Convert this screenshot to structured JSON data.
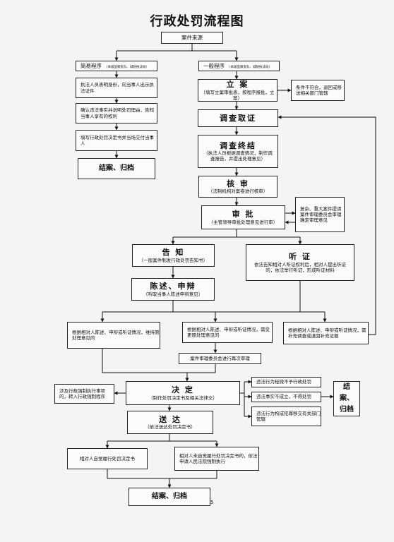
{
  "title": "行政处罚流程图",
  "page_number": "5",
  "nodes": {
    "source": "案件来源",
    "simple": {
      "label": "简易程序",
      "note": "（本级监察支队、城防执法局）"
    },
    "general": {
      "label": "一般程序",
      "note": "（本级监察支队、城防执法局）"
    },
    "s1": "执法人员表明身份，向当事人出示执法证件",
    "s2": "确认违法事实并说明处罚理由，告知当事人享有的权利",
    "s3": "填写行政处罚决定书并当场交付当事人",
    "s_end": "结案、归档",
    "register": {
      "label": "立 案",
      "note": "（填写立案审批表，按程序报批，立案）"
    },
    "transfer": "条件不符合，退回或移送相关部门管辖",
    "investigate": "调查取证",
    "conclude": {
      "label": "调查终结",
      "note": "（执法人员根据调查情况，制作调查报告，并提出处理意见）"
    },
    "review": {
      "label": "核 审",
      "note": "（法制机构对案卷进行核审）"
    },
    "approve": {
      "label": "审 批",
      "note": "（主管领导审批处理意见进行审）"
    },
    "committee": "复杂、重大案件提请案件审理委员会审理确定审理意见",
    "notify": {
      "label": "告 知",
      "note": "（一般案件制发行政处罚告知书）"
    },
    "hearing": {
      "label": "听 证",
      "note": "依法告知相对人听证权利后，相对人提出听证的，依法举行听证，形成听证材料"
    },
    "defense": {
      "label": "陈述、申辩",
      "note": "（听取当事人陈述申辩意见）"
    },
    "op1": "根据相对人陈述、申辩或听证情况，维持原处理意见的",
    "op2": "根据相对人陈述、申辩或听证情况，需变更原处理意见的",
    "op3": "根据相对人陈述、申辩或听证情况，需补充调查或退回补充证据",
    "retrial": "案件审理委员会进行再次审理",
    "refer": "涉及行政强制执行事项的，转入行政强制程序",
    "decide": {
      "label": "决 定",
      "note": "（制作处罚决定书及相关法律文）"
    },
    "d1": "违法行为轻微不予行政处罚",
    "d2": "违法事实不成立，不得处罚",
    "d3": "违法行为构成犯罪移交有关部门管辖",
    "d_end": "结案、归档",
    "deliver": {
      "label": "送 达",
      "note": "（依法送达处罚决定书）"
    },
    "e1": "相对人自觉履行处罚决定书",
    "e2": "相对人未自觉履行处罚决定书的，依法申请人民法院强制执行",
    "final": "结案、归档"
  }
}
